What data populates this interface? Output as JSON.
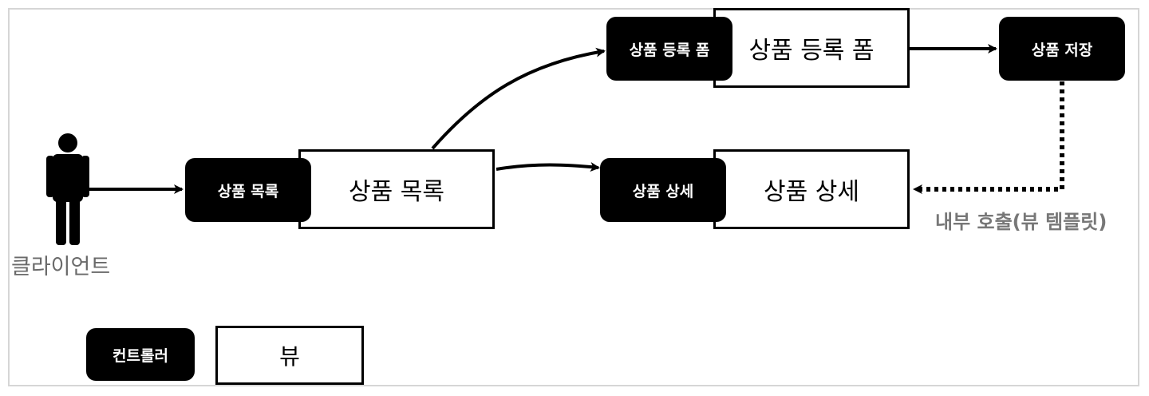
{
  "client": {
    "label": "클라이언트"
  },
  "nodes": {
    "list": {
      "controller": "상품 목록",
      "view": "상품 목록"
    },
    "form": {
      "controller": "상품 등록 폼",
      "view": "상품 등록 폼"
    },
    "save": {
      "controller": "상품 저장"
    },
    "detail": {
      "controller": "상품 상세",
      "view": "상품 상세"
    }
  },
  "internal_call_label": "내부 호출(뷰 템플릿)",
  "legend": {
    "controller": "컨트롤러",
    "view": "뷰"
  },
  "colors": {
    "controller_fill": "#000000",
    "view_border": "#000000",
    "label_gray": "#777777"
  }
}
